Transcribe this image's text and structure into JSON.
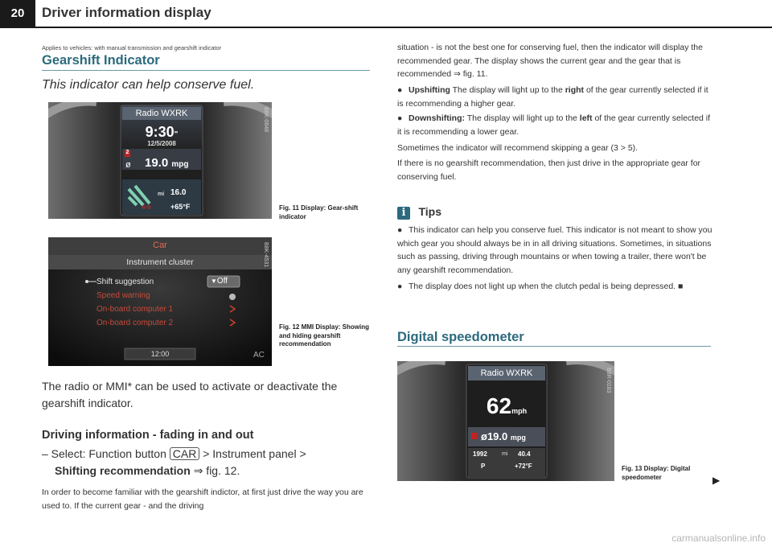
{
  "header": {
    "page_number": "20",
    "title": "Driver information display"
  },
  "left": {
    "applies": "Applies to vehicles: with manual transmission and gearshift indicator",
    "section_title": "Gearshift Indicator",
    "intro": "This indicator can help conserve fuel.",
    "fig11": {
      "code": "B8K-0848",
      "radio": "Radio WXRK",
      "time": "9:30",
      "time_suffix": "\"",
      "date": "12/5/2008",
      "avg": "19.0",
      "avg_unit": "mpg",
      "avg_marker": "2",
      "range_unit": "mi",
      "range": "16.0",
      "gear": "4-6",
      "temp": "+65°F",
      "caption": "Fig. 11  Display: Gear-shift indicator"
    },
    "fig12": {
      "code": "B8K-4531",
      "car": "Car",
      "instrument": "Instrument cluster",
      "items": [
        "Shift suggestion",
        "Speed warning",
        "On-board computer 1",
        "On-board computer 2"
      ],
      "off": "Off",
      "clock": "12:00",
      "ac": "AC",
      "caption": "Fig. 12  MMI Display: Showing and hiding gearshift recommendation"
    },
    "p1": "The radio or MMI* can be used to activate or deactivate the gearshift indicator.",
    "subhead": "Driving information - fading in and out",
    "step_prefix": "– Select: Function button",
    "step_key": "CAR",
    "step_mid": "> Instrument panel >",
    "step_bold": "Shifting recommendation",
    "step_ref": "⇒ fig. 12.",
    "p2": "In order to become familiar with the gearshift indictor, at first just drive the way you are used to. If the current gear - and the driving"
  },
  "right": {
    "p1": "situation - is not the best one for conserving fuel, then the indicator will display the recommended gear. The display shows the current gear and the gear that is recommended ⇒ fig. 11.",
    "up_label": "Upshifting",
    "up_text_a": "The display will light up to the",
    "up_bold": "right",
    "up_text_b": "of the gear currently selected if it is recommending a higher gear.",
    "down_label": "Downshifting:",
    "down_text_a": "The display will light up to the",
    "down_bold": "left",
    "down_text_b": "of the gear currently selected if it is recommending a lower gear.",
    "p2": "Sometimes the indicator will recommend skipping a gear (3 > 5).",
    "p3": "If there is no gearshift recommendation, then just drive in the appropriate gear for conserving fuel.",
    "tips_title": "Tips",
    "tip1": "This indicator can help you conserve fuel. This indicator is not meant to show you which gear you should always be in in all driving situations. Sometimes, in situations such as passing, driving through mountains or when towing a trailer, there won't be any gearshift recommendation.",
    "tip2": "The display does not light up when the clutch pedal is being depressed.",
    "section2": "Digital speedometer",
    "fig13": {
      "code": "B8R-0183",
      "radio": "Radio WXRK",
      "speed": "62",
      "speed_unit": "mph",
      "avg": "ø19.0",
      "avg_unit": "mpg",
      "odo": "1992",
      "odo_unit": "mi",
      "range": "40.4",
      "gear": "P",
      "temp": "+72°F",
      "caption": "Fig. 13  Display: Digital speedometer"
    }
  },
  "watermark": "carmanualsonline.info"
}
